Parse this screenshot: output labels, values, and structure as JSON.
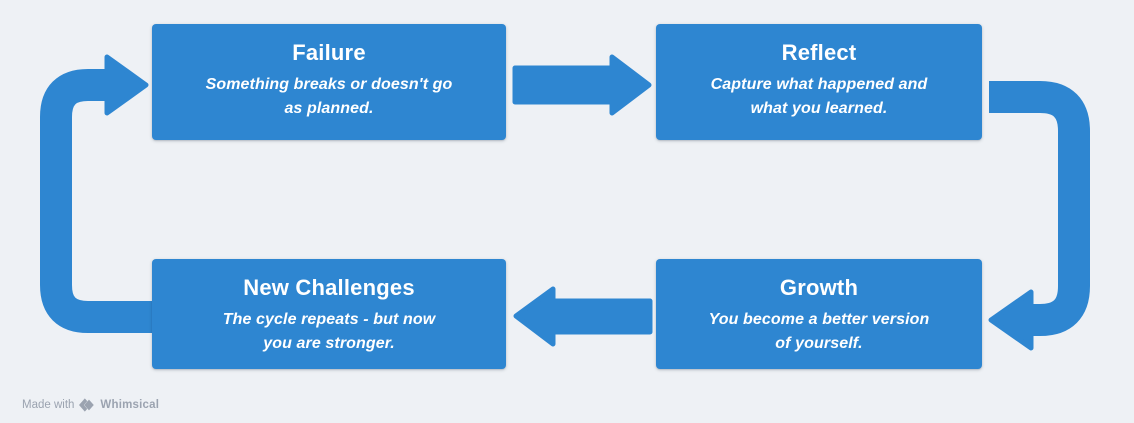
{
  "palette": {
    "background": "#eef1f5",
    "node_fill": "#2e86d1",
    "node_text": "#ffffff",
    "connector_blue": "#2e86d1",
    "badge_grey": "#9ba3b0"
  },
  "diagram": {
    "nodes": [
      {
        "title": "Failure",
        "subtitle_lines": [
          "Something breaks or doesn't go",
          "as planned."
        ]
      },
      {
        "title": "Reflect",
        "subtitle_lines": [
          "Capture what happened and",
          "what you learned."
        ]
      },
      {
        "title": "Growth",
        "subtitle_lines": [
          "You become a better version",
          "of yourself."
        ]
      },
      {
        "title": "New Challenges",
        "subtitle_lines": [
          "The cycle repeats - but now",
          "you are stronger."
        ]
      }
    ],
    "connectors": [
      {
        "from": "Failure",
        "to": "Reflect",
        "shape": "straight-arrow-right"
      },
      {
        "from": "Reflect",
        "to": "Growth",
        "shape": "curved-arrow-down-left"
      },
      {
        "from": "Growth",
        "to": "New Challenges",
        "shape": "straight-arrow-left"
      },
      {
        "from": "New Challenges",
        "to": "Failure",
        "shape": "curved-arrow-up-right"
      }
    ]
  },
  "badge": {
    "made_with": "Made with",
    "brand": "Whimsical"
  }
}
